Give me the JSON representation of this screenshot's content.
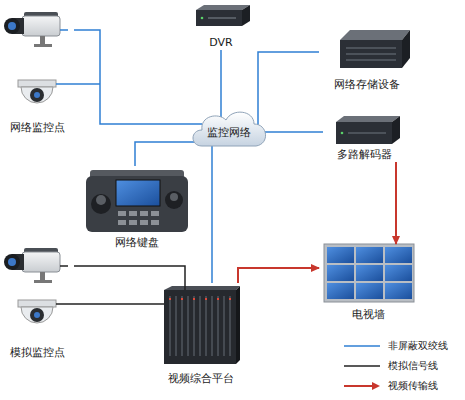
{
  "diagram": {
    "nodes": [
      {
        "text": [
          "DVR"
        ]
      },
      {
        "text": [
          "网络存储设备"
        ]
      },
      {
        "text": [
          "网络监控点"
        ]
      },
      {
        "text": [
          "监控网络"
        ]
      },
      {
        "text": [
          "多路解码器"
        ]
      },
      {
        "text": [
          "网络键盘"
        ]
      },
      {
        "text": [
          "电视墙"
        ]
      },
      {
        "text": [
          "模拟监控点"
        ]
      },
      {
        "text": [
          "视频综合平台"
        ]
      }
    ],
    "edges": [
      {
        "from": 0,
        "to": 3,
        "arrow": "none"
      },
      {
        "from": 1,
        "to": 3,
        "arrow": "none"
      },
      {
        "from": 2,
        "to": 3,
        "arrow": "none"
      },
      {
        "from": 4,
        "to": 3,
        "arrow": "none"
      },
      {
        "from": 5,
        "to": 3,
        "arrow": "none"
      },
      {
        "from": 8,
        "to": 3,
        "arrow": "none"
      },
      {
        "from": 4,
        "to": 6,
        "arrow": "to"
      },
      {
        "from": 8,
        "to": 6,
        "arrow": "to"
      },
      {
        "from": 7,
        "to": 8,
        "arrow": "none"
      }
    ],
    "legend": [
      {
        "text": "非屏蔽双绞线"
      },
      {
        "text": "模拟信号线"
      },
      {
        "text": "视频传输线"
      }
    ]
  }
}
